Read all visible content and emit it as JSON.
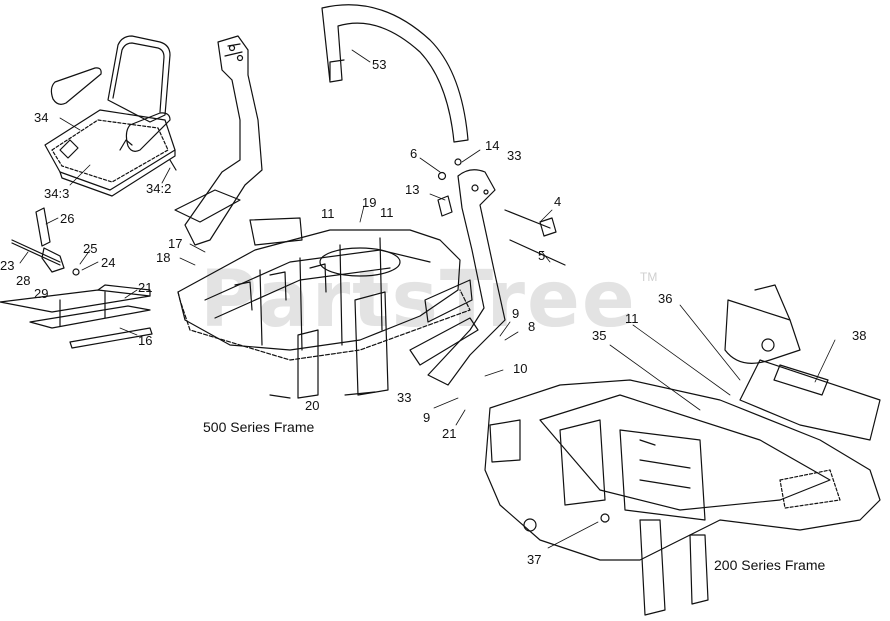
{
  "watermark": {
    "text": "PartsTree",
    "tm": "TM"
  },
  "captions": {
    "frame_500": "500 Series Frame",
    "frame_200": "200 Series Frame"
  },
  "callouts": {
    "c53": "53",
    "c34": "34",
    "c34_3": "34:3",
    "c34_2": "34:2",
    "c26": "26",
    "c23": "23",
    "c28": "28",
    "c29": "29",
    "c25": "25",
    "c24": "24",
    "c21a": "21",
    "c16": "16",
    "c17": "17",
    "c18": "18",
    "c19": "19",
    "c11a": "11",
    "c11b": "11",
    "c20": "20",
    "c33a": "33",
    "c6": "6",
    "c14": "14",
    "c33b": "33",
    "c13": "13",
    "c4": "4",
    "c5": "5",
    "c9a": "9",
    "c8": "8",
    "c10": "10",
    "c9b": "9",
    "c21b": "21",
    "c36": "36",
    "c11c": "11",
    "c35": "35",
    "c38": "38",
    "c37": "37"
  }
}
